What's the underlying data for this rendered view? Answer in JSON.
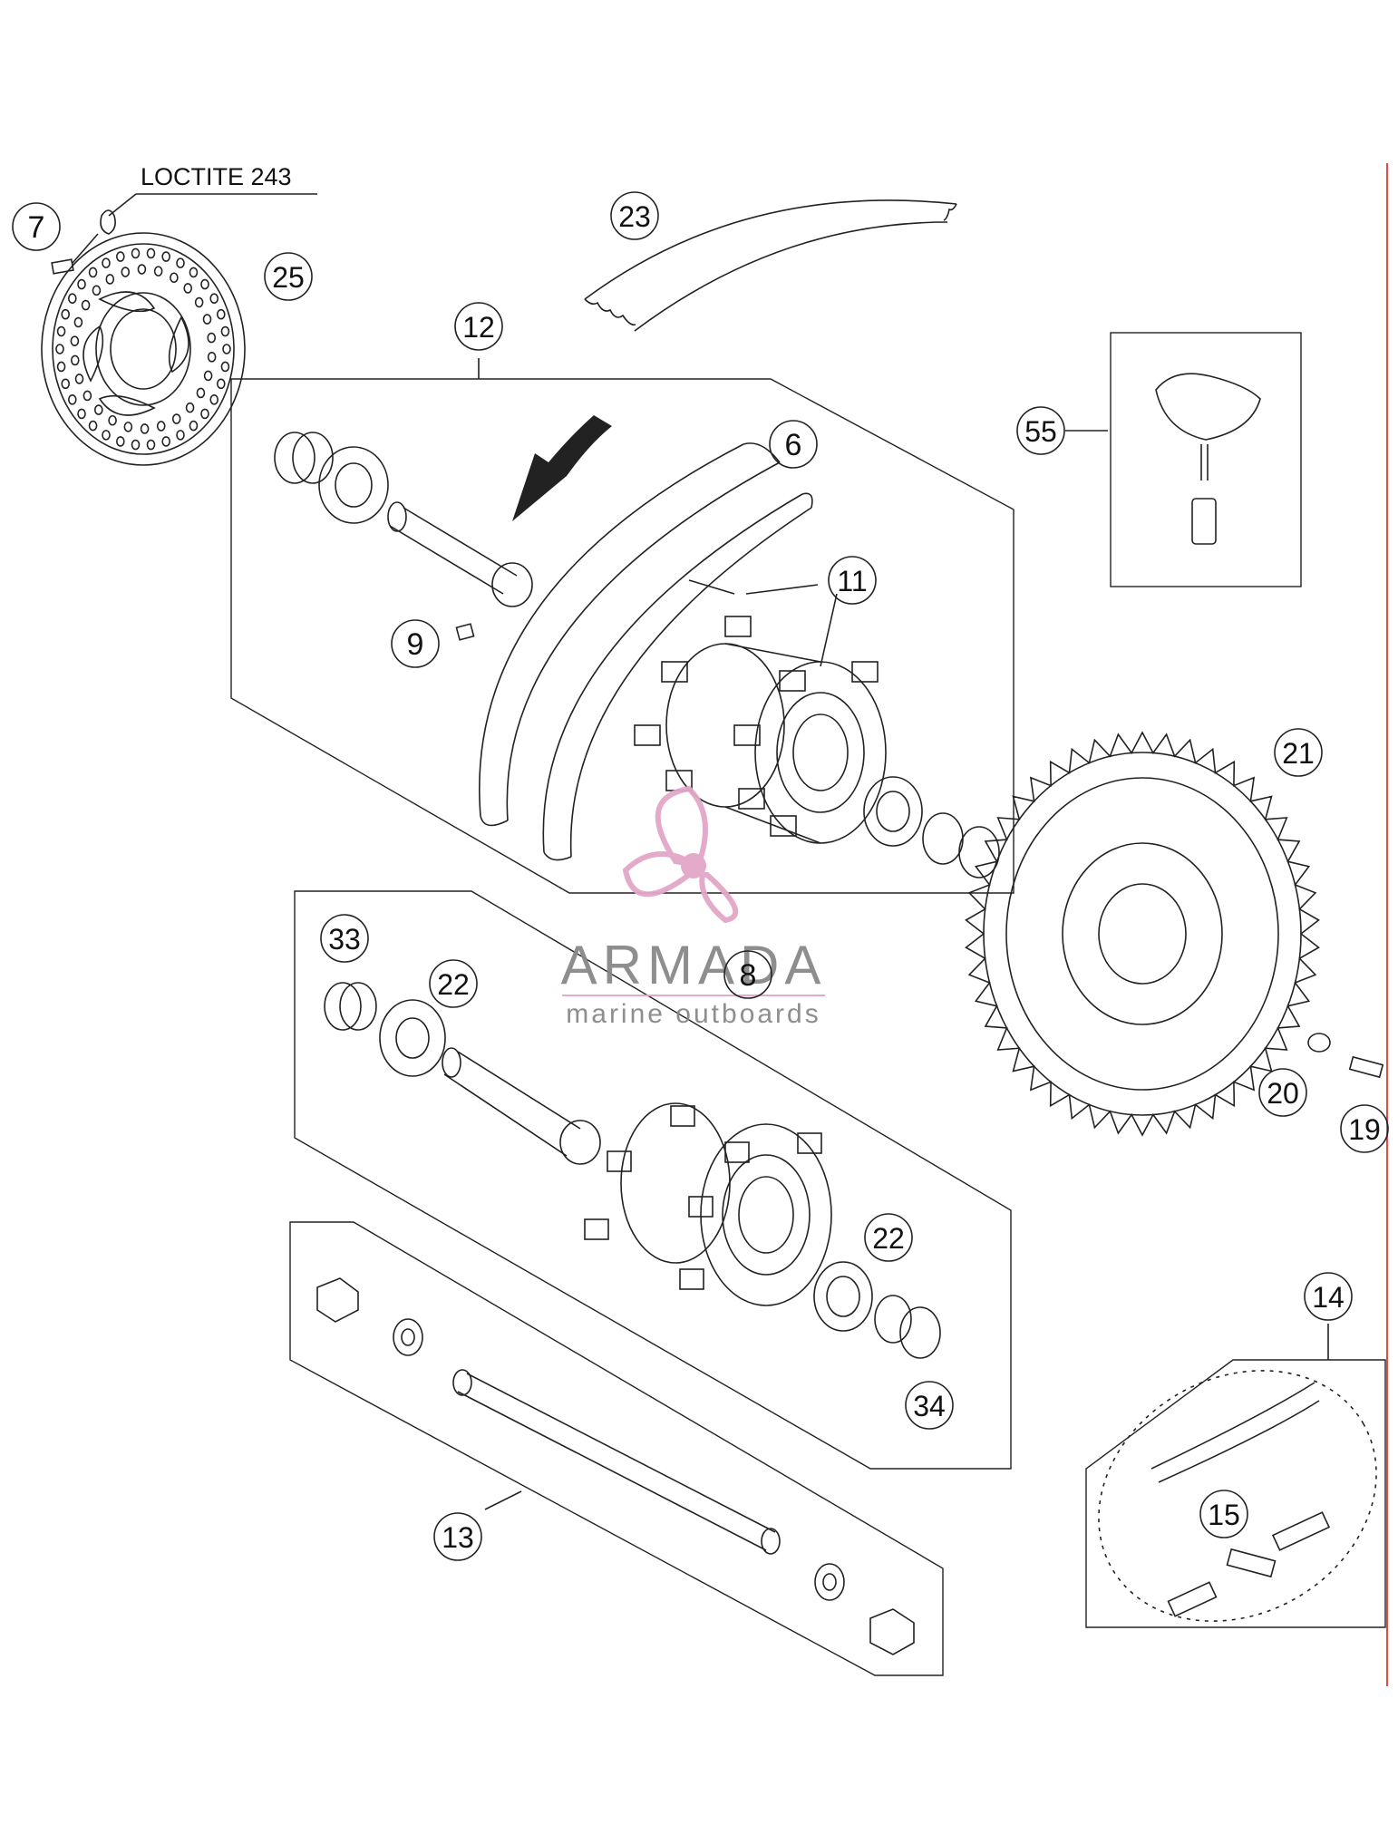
{
  "note_label": "LOCTITE 243",
  "callouts": [
    {
      "id": "c7",
      "text": "7"
    },
    {
      "id": "c25",
      "text": "25"
    },
    {
      "id": "c23",
      "text": "23"
    },
    {
      "id": "c12",
      "text": "12"
    },
    {
      "id": "c6",
      "text": "6"
    },
    {
      "id": "c11",
      "text": "11"
    },
    {
      "id": "c9",
      "text": "9"
    },
    {
      "id": "c55",
      "text": "55"
    },
    {
      "id": "c21",
      "text": "21"
    },
    {
      "id": "c33",
      "text": "33"
    },
    {
      "id": "c22a",
      "text": "22"
    },
    {
      "id": "c8",
      "text": "8"
    },
    {
      "id": "c22b",
      "text": "22"
    },
    {
      "id": "c34",
      "text": "34"
    },
    {
      "id": "c20",
      "text": "20"
    },
    {
      "id": "c19",
      "text": "19"
    },
    {
      "id": "c13",
      "text": "13"
    },
    {
      "id": "c14",
      "text": "14"
    },
    {
      "id": "c15",
      "text": "15"
    }
  ],
  "watermark": {
    "brand": "ARMADA",
    "tagline": "marine outboards",
    "color": "#e3a6c8"
  },
  "colors": {
    "line": "#222222",
    "edge_rule": "#e24a4a"
  }
}
